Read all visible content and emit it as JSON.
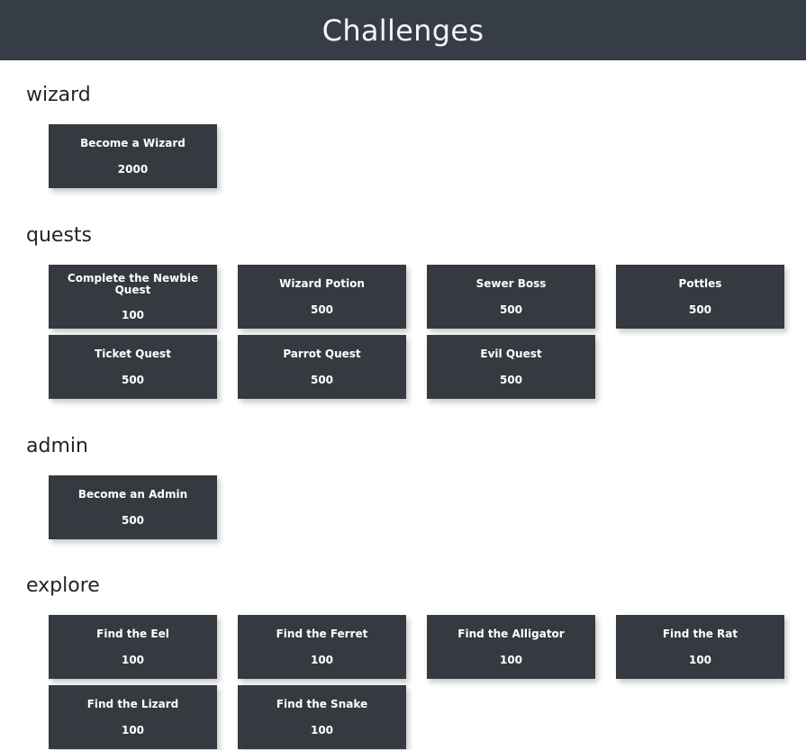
{
  "header": {
    "title": "Challenges",
    "background_color": "#373d47",
    "text_color": "#f3f4f6"
  },
  "theme": {
    "page_background": "#ffffff",
    "card_background": "#343a40",
    "card_text_color": "#ffffff",
    "heading_color": "#212529"
  },
  "sections": [
    {
      "name": "wizard",
      "heading": "wizard",
      "cards": [
        {
          "title": "Become a Wizard",
          "points": "2000"
        }
      ]
    },
    {
      "name": "quests",
      "heading": "quests",
      "cards": [
        {
          "title": "Complete the Newbie Quest",
          "points": "100"
        },
        {
          "title": "Wizard Potion",
          "points": "500"
        },
        {
          "title": "Sewer Boss",
          "points": "500"
        },
        {
          "title": "Pottles",
          "points": "500"
        },
        {
          "title": "Ticket Quest",
          "points": "500"
        },
        {
          "title": "Parrot Quest",
          "points": "500"
        },
        {
          "title": "Evil Quest",
          "points": "500"
        }
      ]
    },
    {
      "name": "admin",
      "heading": "admin",
      "cards": [
        {
          "title": "Become an Admin",
          "points": "500"
        }
      ]
    },
    {
      "name": "explore",
      "heading": "explore",
      "cards": [
        {
          "title": "Find the Eel",
          "points": "100"
        },
        {
          "title": "Find the Ferret",
          "points": "100"
        },
        {
          "title": "Find the Alligator",
          "points": "100"
        },
        {
          "title": "Find the Rat",
          "points": "100"
        },
        {
          "title": "Find the Lizard",
          "points": "100"
        },
        {
          "title": "Find the Snake",
          "points": "100"
        }
      ]
    }
  ]
}
